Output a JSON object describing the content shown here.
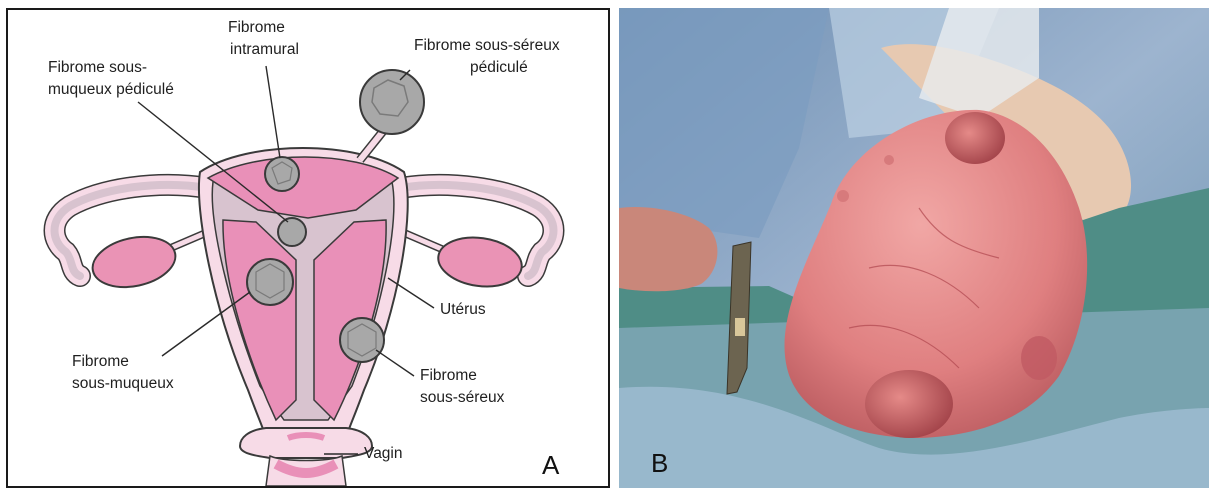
{
  "panel_a": {
    "letter": "A",
    "labels": {
      "submucous_pedunculated_l1": "Fibrome sous-",
      "submucous_pedunculated_l2": "muqueux pédiculé",
      "intramural_l1": "Fibrome",
      "intramural_l2": "intramural",
      "subserous_pedunculated_l1": "Fibrome sous-séreux",
      "subserous_pedunculated_l2": "pédiculé",
      "uterus": "Utérus",
      "submucous_l1": "Fibrome",
      "submucous_l2": "sous-muqueux",
      "subserous_l1": "Fibrome",
      "subserous_l2": "sous-séreux",
      "vagina": "Vagin"
    },
    "colors": {
      "tissue_pink": "#e990b8",
      "wall_light": "#f7dbe7",
      "muscle_mauve": "#d8c3cf",
      "ovary": "#ea93b5",
      "fibroid_gray": "#a8a8a8",
      "outline": "#3a3a3a"
    }
  },
  "panel_b": {
    "letter": "B"
  }
}
